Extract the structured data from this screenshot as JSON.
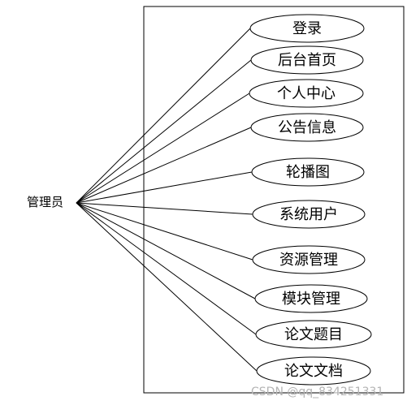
{
  "actor": {
    "label": "管理员"
  },
  "use_cases": [
    {
      "label": "登录"
    },
    {
      "label": "后台首页"
    },
    {
      "label": "个人中心"
    },
    {
      "label": "公告信息"
    },
    {
      "label": "轮播图"
    },
    {
      "label": "系统用户"
    },
    {
      "label": "资源管理"
    },
    {
      "label": "模块管理"
    },
    {
      "label": "论文题目"
    },
    {
      "label": "论文文档"
    }
  ],
  "watermark": "CSDN @qq_834251331"
}
